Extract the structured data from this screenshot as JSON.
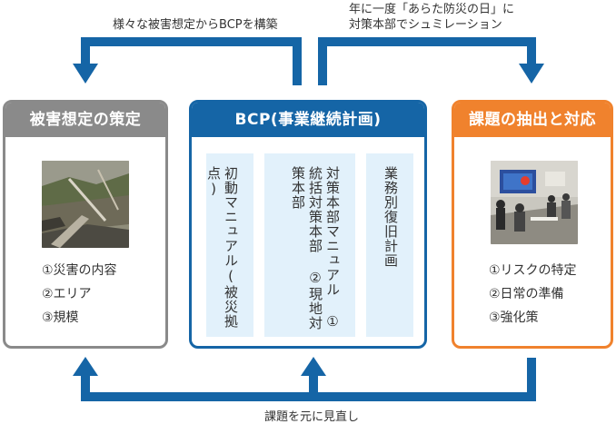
{
  "top_left_caption": "様々な被害想定からBCPを構築",
  "top_right_caption": [
    "年に一度「あらた防災の日」に",
    "対策本部でシュミレーション"
  ],
  "bottom_caption": "課題を元に見直し",
  "panels": {
    "left": {
      "title": "被害想定の策定",
      "items": [
        "①災害の内容",
        "②エリア",
        "③規模"
      ]
    },
    "center": {
      "title": "BCP(事業継続計画)",
      "columns": [
        [
          "初動マニュアル(被災拠点)"
        ],
        [
          "②現地対策本部"
        ],
        [
          "対策本部マニュアル",
          "①統括対策本部"
        ],
        [
          "業務別復旧計画"
        ]
      ]
    },
    "right": {
      "title": "課題の抽出と対応",
      "items": [
        "①リスクの特定",
        "②日常の準備",
        "③強化策"
      ]
    }
  },
  "colors": {
    "accent_blue": "#1565a6",
    "gray": "#8a8a8a",
    "orange": "#f0822d",
    "column_bg": "#e2f1fb"
  }
}
